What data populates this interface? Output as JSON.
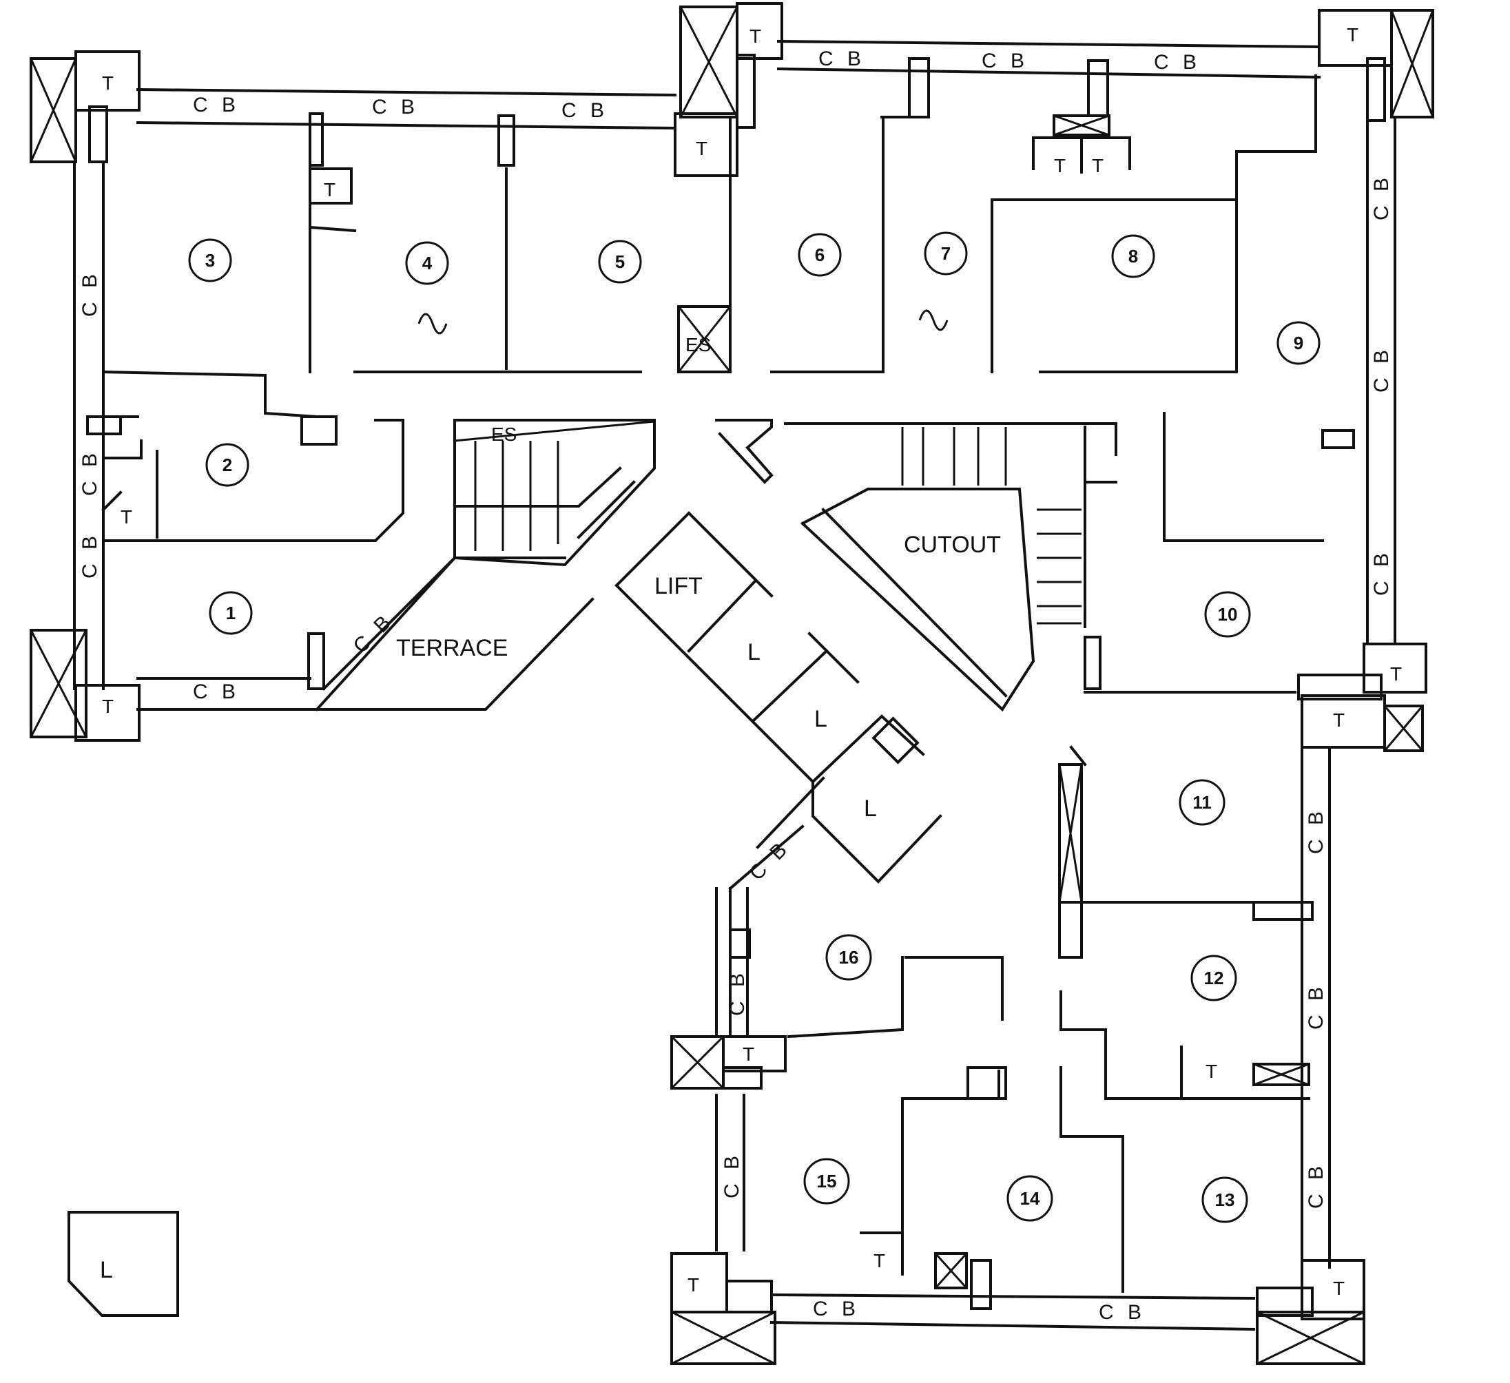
{
  "labels": {
    "cb": "C B",
    "toilet": "T",
    "lift_car": "L",
    "stair_es": "ES",
    "lift": "LIFT",
    "terrace": "TERRACE",
    "cutout": "CUTOUT"
  },
  "rooms": [
    {
      "number": "1"
    },
    {
      "number": "2"
    },
    {
      "number": "3"
    },
    {
      "number": "4"
    },
    {
      "number": "5"
    },
    {
      "number": "6"
    },
    {
      "number": "7"
    },
    {
      "number": "8"
    },
    {
      "number": "9"
    },
    {
      "number": "10"
    },
    {
      "number": "11"
    },
    {
      "number": "12"
    },
    {
      "number": "13"
    },
    {
      "number": "14"
    },
    {
      "number": "15"
    },
    {
      "number": "16"
    }
  ]
}
